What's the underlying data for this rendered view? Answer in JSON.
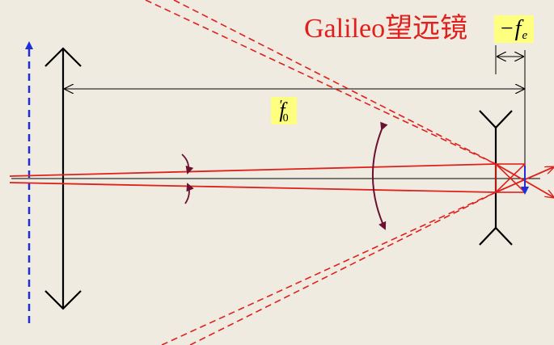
{
  "diagram": {
    "title": "Galileo望远镜",
    "label_fe": {
      "minus": "−",
      "symbol": "f",
      "subscript": "e"
    },
    "label_fo": {
      "symbol": "f",
      "subscript": "0",
      "prime": "′"
    },
    "colors": {
      "background": "#efebe0",
      "ray": "#e0201c",
      "lens": "#000000",
      "object_arrow": "#1d2fdc",
      "image_arrow": "#1d2fdc",
      "angle_arc": "#6b1030",
      "label_highlight": "#ffff7f"
    }
  }
}
